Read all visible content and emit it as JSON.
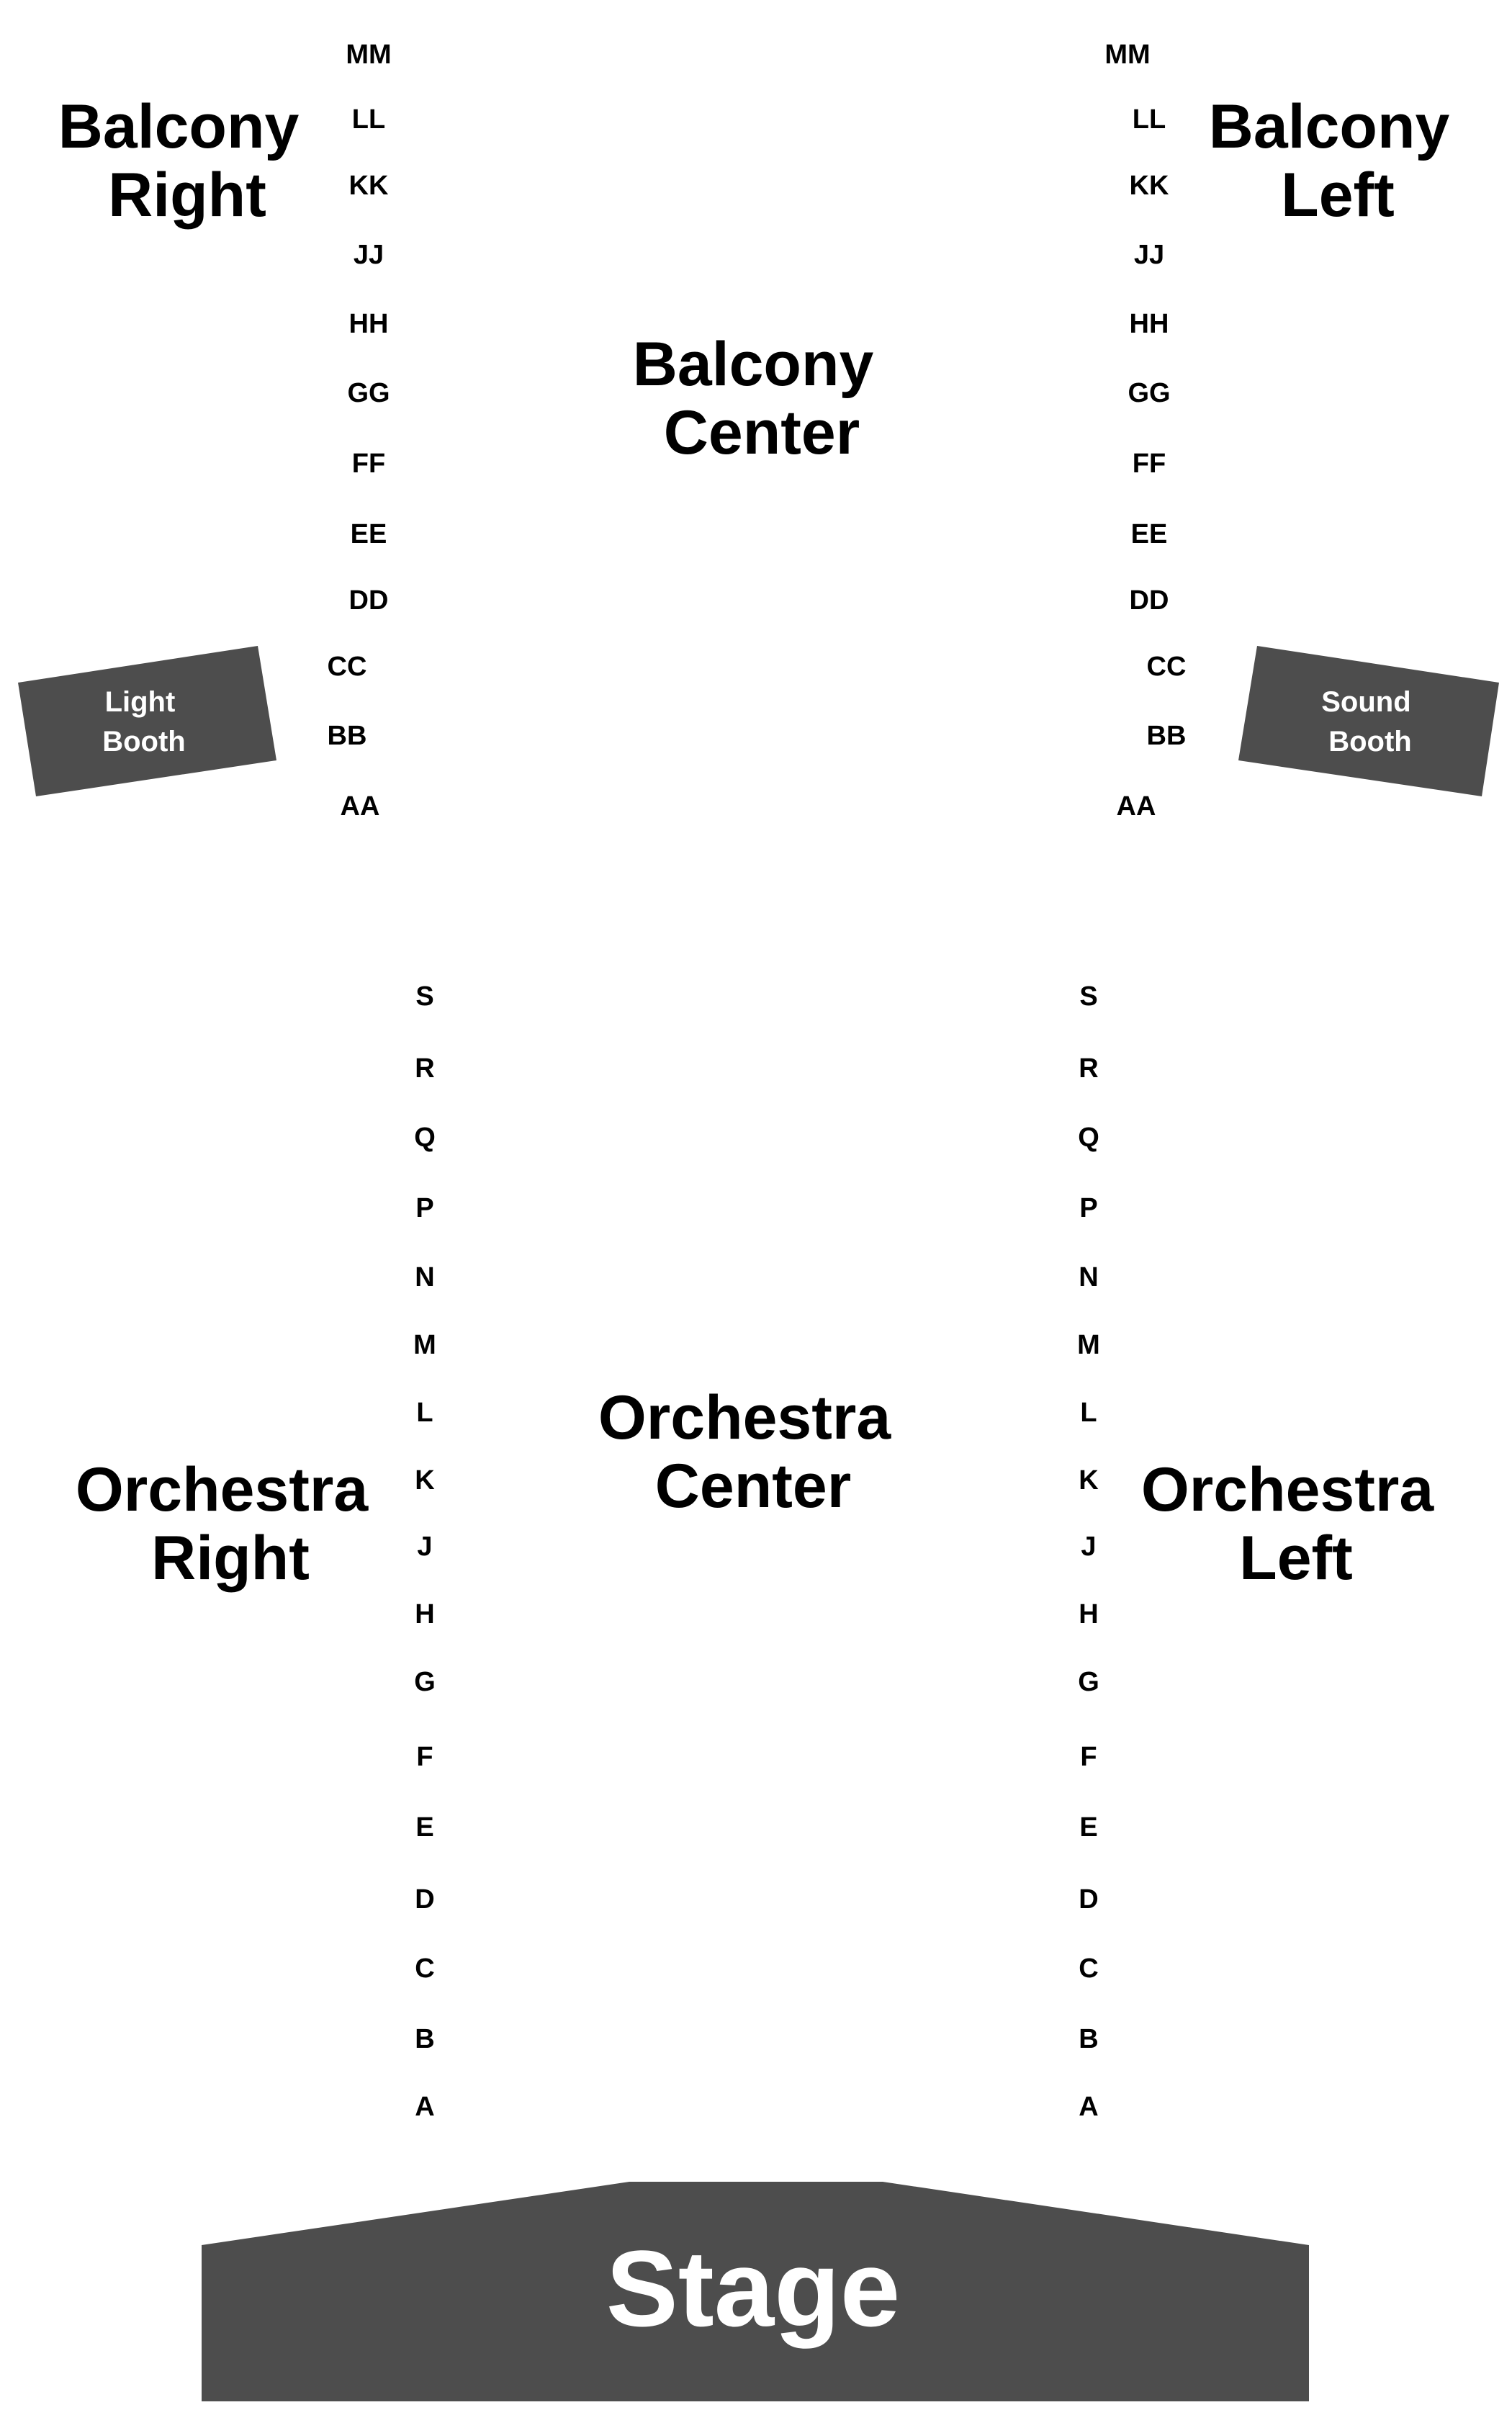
{
  "colors": {
    "background": "#ffffff",
    "structure_fill": "#4d4d4d",
    "structure_text": "#ffffff",
    "label_text": "#000000"
  },
  "sections": {
    "balcony_right": [
      "Balcony",
      "Right"
    ],
    "balcony_left": [
      "Balcony",
      "Left"
    ],
    "balcony_center": [
      "Balcony",
      "Center"
    ],
    "orchestra_center": [
      "Orchestra",
      "Center"
    ],
    "orchestra_right": [
      "Orchestra",
      "Right"
    ],
    "orchestra_left": [
      "Orchestra",
      "Left"
    ]
  },
  "booths": {
    "light": [
      "Light",
      "Booth"
    ],
    "sound": [
      "Sound",
      "Booth"
    ]
  },
  "stage": {
    "label": "Stage"
  },
  "rows": {
    "balcony": [
      "MM",
      "LL",
      "KK",
      "JJ",
      "HH",
      "GG",
      "FF",
      "EE",
      "DD",
      "CC",
      "BB",
      "AA"
    ],
    "orchestra": [
      "S",
      "R",
      "Q",
      "P",
      "N",
      "M",
      "L",
      "K",
      "J",
      "H",
      "G",
      "F",
      "E",
      "D",
      "C",
      "B",
      "A"
    ]
  }
}
